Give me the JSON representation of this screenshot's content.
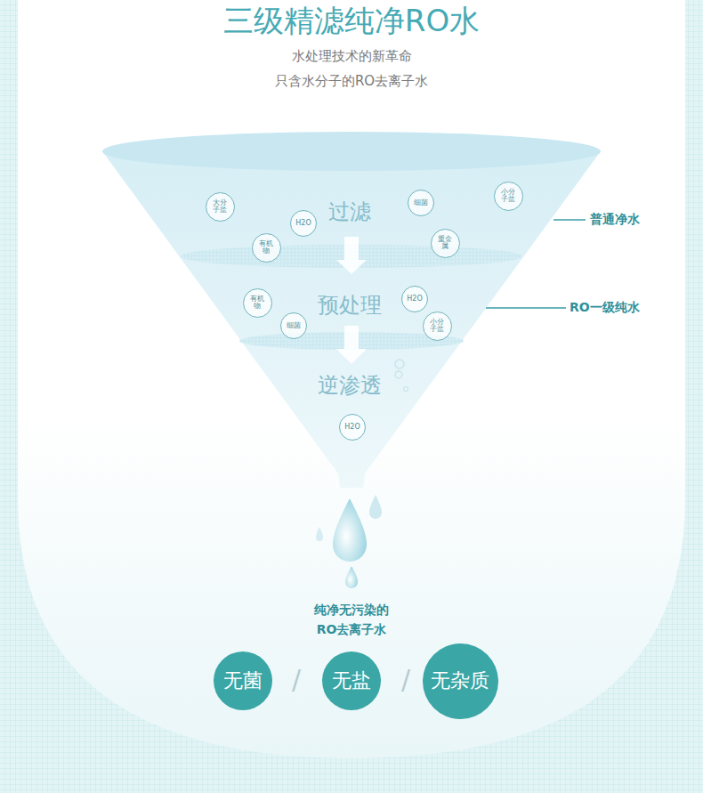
{
  "diagram": {
    "title": "三级精滤纯净RO水",
    "nodes": [
      {
        "text": [
          "大分子盐"
        ]
      },
      {
        "text": [
          "细菌"
        ]
      },
      {
        "text": [
          "小分子盐"
        ]
      },
      {
        "text": [
          "H2O"
        ]
      },
      {
        "text": [
          "有机物"
        ]
      },
      {
        "text": [
          "重金属"
        ]
      },
      {
        "text": [
          "有机物"
        ]
      },
      {
        "text": [
          "H2O"
        ]
      },
      {
        "text": [
          "细菌"
        ]
      },
      {
        "text": [
          "小分子盐"
        ]
      },
      {
        "text": [
          "H2O"
        ]
      },
      {
        "text": [
          "无菌"
        ]
      },
      {
        "text": [
          "无盐"
        ]
      },
      {
        "text": [
          "无杂质"
        ]
      }
    ],
    "edges": [],
    "labels": [
      "水处理技术的新革命",
      "只含水分子的RO去离子水",
      "过滤",
      "预处理",
      "逆渗透",
      "普通净水",
      "RO一级纯水",
      "纯净无污染的 RO去离子水",
      "/",
      "/"
    ]
  }
}
